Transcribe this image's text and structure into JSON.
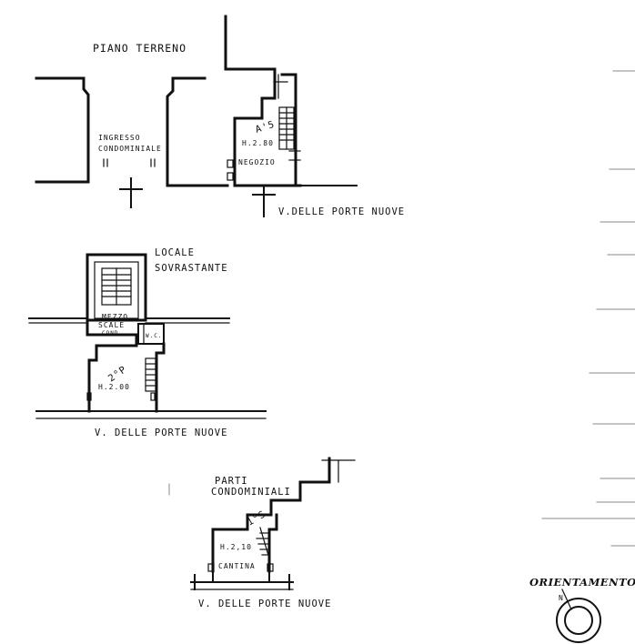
{
  "plans": {
    "ground_floor": {
      "title": "PIANO TERRENO",
      "entrance_label_1": "INGRESSO",
      "entrance_label_2": "CONDOMINIALE",
      "room_number": "A'5",
      "height": "H.2.80",
      "room_label": "NEGOZIO",
      "street": "V.DELLE PORTE NUOVE"
    },
    "upper_floor": {
      "title_1": "LOCALE",
      "title_2": "SOVRASTANTE",
      "stair_label_1": "MEZZO",
      "stair_label_2": "SCALE",
      "stair_label_3": "COND.",
      "wc_label": "W.C.",
      "room_number": "2°P",
      "height": "H.2.00",
      "street": "V. DELLE PORTE NUOVE"
    },
    "basement": {
      "title_1": "PARTI",
      "title_2": "CONDOMINIALI",
      "room_number": "1°S",
      "height": "H.2,10",
      "room_label": "CANTINA",
      "street": "V. DELLE PORTE NUOVE"
    }
  },
  "orientation": {
    "label": "ORIENTAMENTO",
    "north": "N"
  }
}
